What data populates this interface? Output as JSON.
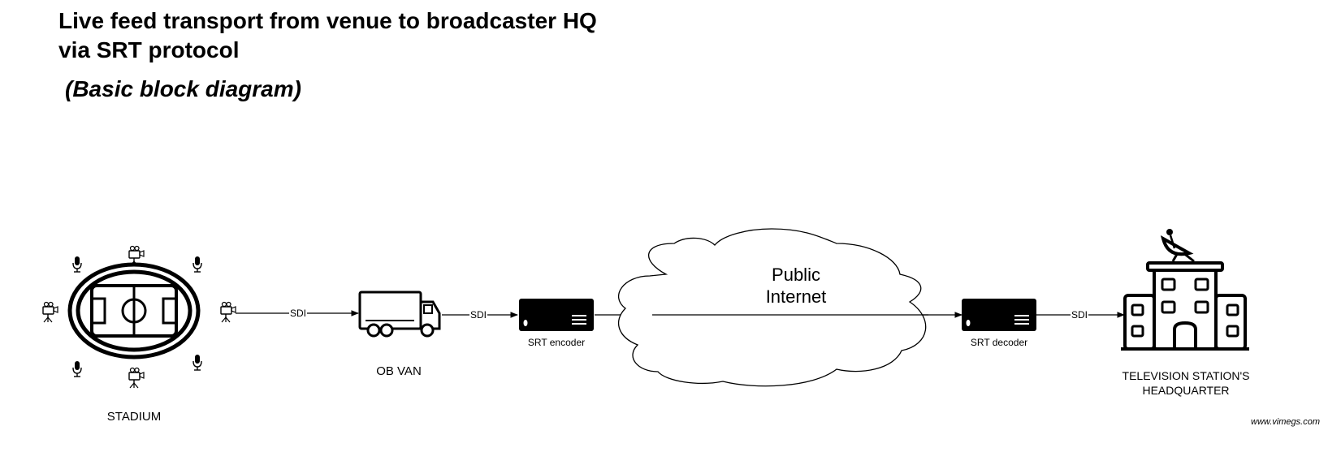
{
  "title_line1": "Live feed transport from venue to broadcaster HQ",
  "title_line2": "via SRT protocol",
  "subtitle": "(Basic block diagram)",
  "nodes": {
    "stadium": "STADIUM",
    "ob_van": "OB VAN",
    "srt_encoder": "SRT encoder",
    "internet_line1": "Public",
    "internet_line2": "Internet",
    "srt_decoder": "SRT decoder",
    "hq_line1": "TELEVISION STATION'S",
    "hq_line2": "HEADQUARTER"
  },
  "links": {
    "stadium_to_van": "SDI",
    "van_to_encoder": "SDI",
    "decoder_to_hq": "SDI"
  },
  "watermark": "www.vimegs.com"
}
